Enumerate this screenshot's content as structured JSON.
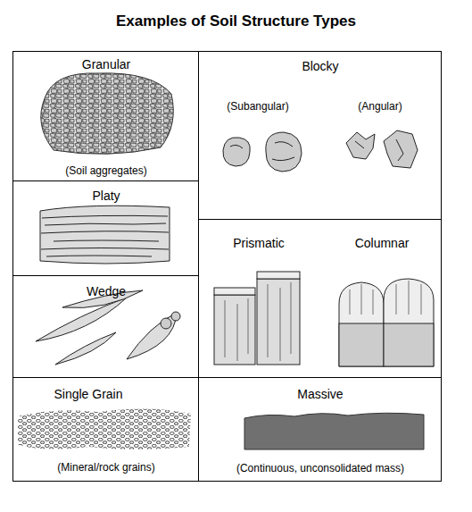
{
  "diagram": {
    "title": "Examples of Soil Structure Types",
    "nodes": [
      {
        "text": [
          "Granular",
          "(Soil aggregates)"
        ]
      },
      {
        "text": [
          "Blocky",
          "(Subangular)",
          "(Angular)"
        ]
      },
      {
        "text": [
          "Platy"
        ]
      },
      {
        "text": [
          "Prismatic",
          "Columnar"
        ]
      },
      {
        "text": [
          "Wedge"
        ]
      },
      {
        "text": [
          "Single Grain",
          "(Mineral/rock grains)"
        ]
      },
      {
        "text": [
          "Massive",
          "(Continuous, unconsolidated mass)"
        ]
      }
    ]
  }
}
